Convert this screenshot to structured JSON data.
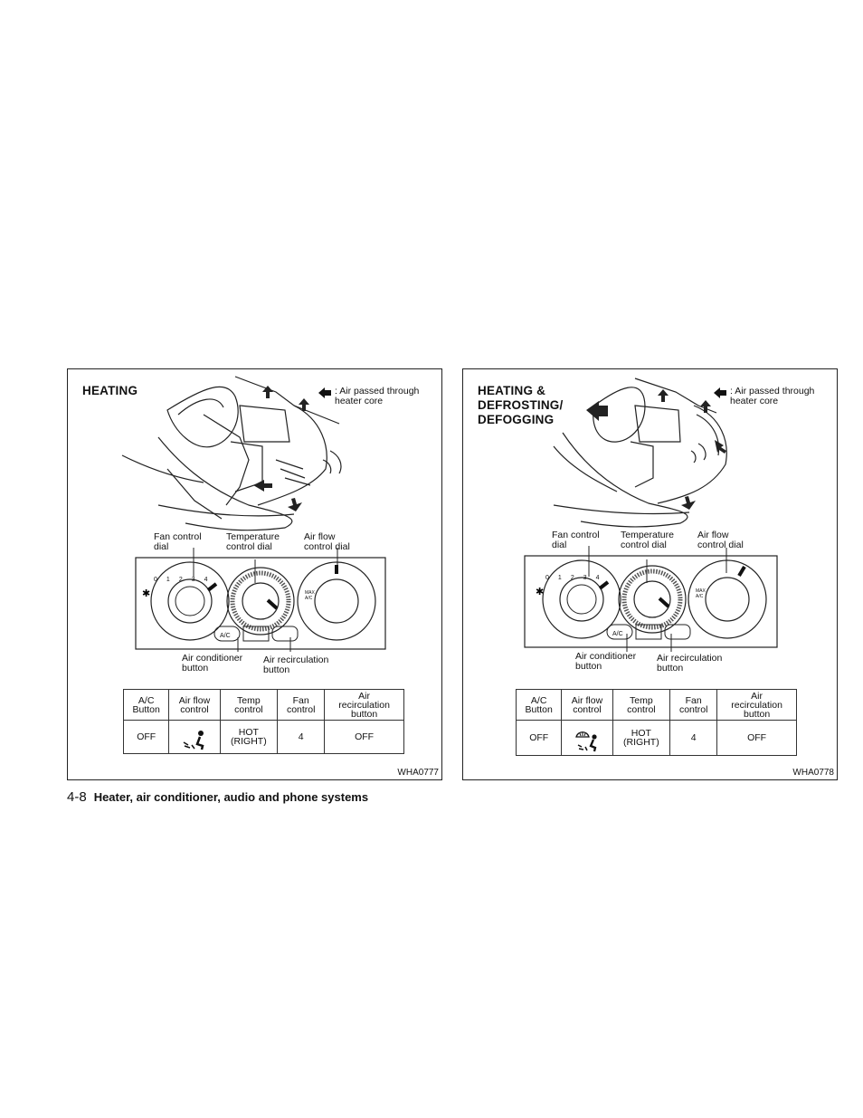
{
  "figures": [
    {
      "title": "HEATING",
      "legend": {
        "icon": "left-arrow-icon",
        "text": ": Air passed through\nheater core"
      },
      "labels": {
        "fan_dial": "Fan control\ndial",
        "temp_dial": "Temperature\ncontrol dial",
        "airflow_dial": "Air flow\ncontrol dial",
        "ac_button": "Air conditioner\nbutton",
        "recirc_button": "Air recirculation\nbutton"
      },
      "panel": {
        "fan_ticks": [
          "0",
          "1",
          "2",
          "3",
          "4"
        ],
        "ac_label": "A/C",
        "max_ac_label": "MAX\nA/C"
      },
      "table": {
        "headers": [
          "A/C\nButton",
          "Air flow\ncontrol",
          "Temp\ncontrol",
          "Fan\ncontrol",
          "Air\nrecirculation\nbutton"
        ],
        "row": [
          "OFF",
          "",
          "HOT\n(RIGHT)",
          "4",
          "OFF"
        ],
        "airflow_icon": "foot-vent-icon"
      },
      "code": "WHA0777"
    },
    {
      "title": "HEATING &\nDEFROSTING/\nDEFOGGING",
      "legend": {
        "icon": "left-arrow-icon",
        "text": ": Air passed through\nheater core"
      },
      "labels": {
        "fan_dial": "Fan control\ndial",
        "temp_dial": "Temperature\ncontrol dial",
        "airflow_dial": "Air flow\ncontrol dial",
        "ac_button": "Air conditioner\nbutton",
        "recirc_button": "Air recirculation\nbutton"
      },
      "panel": {
        "fan_ticks": [
          "0",
          "1",
          "2",
          "3",
          "4"
        ],
        "ac_label": "A/C",
        "max_ac_label": "MAX\nA/C"
      },
      "table": {
        "headers": [
          "A/C\nButton",
          "Air flow\ncontrol",
          "Temp\ncontrol",
          "Fan\ncontrol",
          "Air\nrecirculation\nbutton"
        ],
        "row": [
          "OFF",
          "",
          "HOT\n(RIGHT)",
          "4",
          "OFF"
        ],
        "airflow_icon": "defrost-foot-vent-icon"
      },
      "code": "WHA0778"
    }
  ],
  "footer": {
    "page_number": "4-8",
    "section_title": "Heater, air conditioner, audio and phone systems"
  }
}
